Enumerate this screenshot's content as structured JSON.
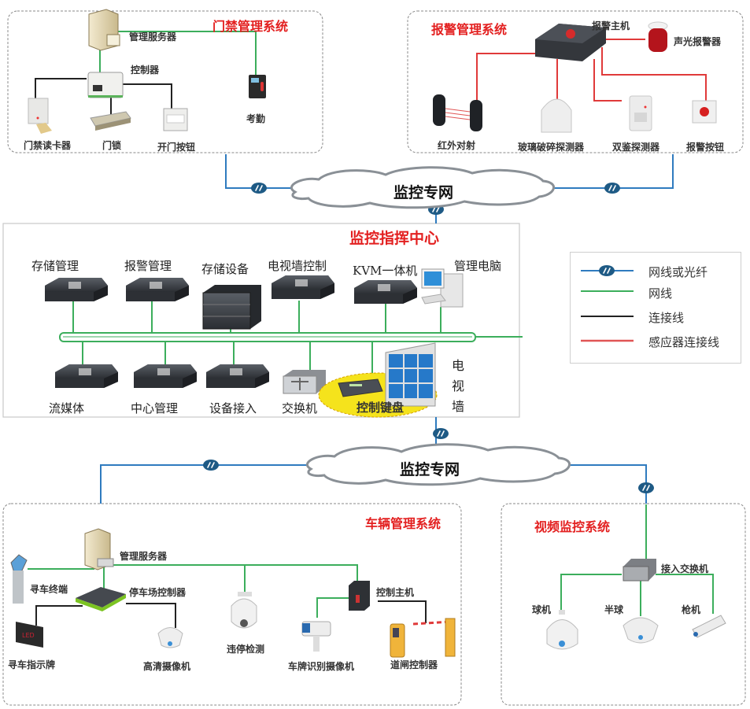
{
  "colors": {
    "network_or_fiber": "#2f7bbf",
    "network_cable": "#3cae5c",
    "connection_line": "#222222",
    "sensor_line": "#e03a3a",
    "title_red": "#e32020",
    "highlight_yellow": "#f5e31c",
    "dashed_border": "#888888"
  },
  "clouds": {
    "top": "监控专网",
    "bottom": "监控专网"
  },
  "access_control": {
    "title": "门禁管理系统",
    "server": "管理服务器",
    "controller": "控制器",
    "card_reader": "门禁读卡器",
    "door_lock": "门锁",
    "exit_button": "开门按钮",
    "attendance": "考勤"
  },
  "alarm": {
    "title": "报警管理系统",
    "host": "报警主机",
    "siren": "声光报警器",
    "infrared": "红外对射",
    "glass_break": "玻璃破碎探测器",
    "dual_tech": "双鉴探测器",
    "alarm_button": "报警按钮"
  },
  "center": {
    "title": "监控指挥中心",
    "top_devices": [
      "存储管理",
      "报警管理",
      "存储设备",
      "电视墙控制",
      "KVM一体机",
      "管理电脑"
    ],
    "bottom_devices": [
      "流媒体",
      "中心管理",
      "设备接入",
      "交换机"
    ],
    "keyboard": "控制键盘",
    "tv_wall": "电视墙"
  },
  "legend": {
    "items": [
      {
        "label": "网线或光纤",
        "type": "network_or_fiber"
      },
      {
        "label": "网线",
        "type": "network_cable"
      },
      {
        "label": "连接线",
        "type": "connection_line"
      },
      {
        "label": "感应器连接线",
        "type": "sensor_line"
      }
    ]
  },
  "vehicle": {
    "title": "车辆管理系统",
    "server": "管理服务器",
    "search_terminal": "寻车终端",
    "parking_controller": "停车场控制器",
    "guide_sign": "寻车指示牌",
    "hd_camera": "高清摄像机",
    "violation_detect": "违停检测",
    "control_host": "控制主机",
    "plate_camera": "车牌识别摄像机",
    "barrier_controller": "道闸控制器"
  },
  "video": {
    "title": "视频监控系统",
    "access_switch": "接入交换机",
    "dome": "球机",
    "half_dome": "半球",
    "bullet": "枪机"
  }
}
